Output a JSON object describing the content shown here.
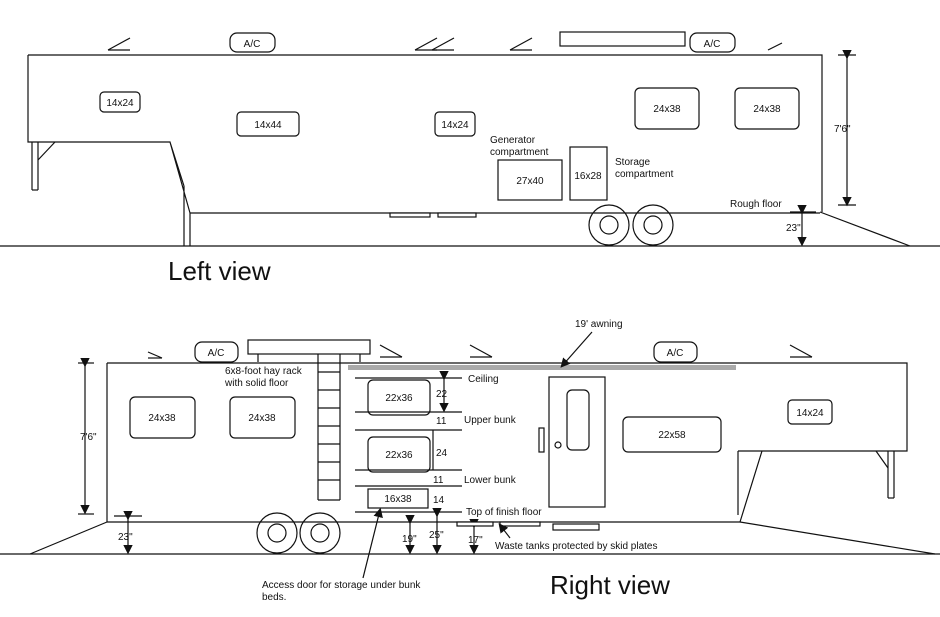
{
  "left_view": {
    "title": "Left view",
    "ac_left": "A/C",
    "ac_right": "A/C",
    "win_front": "14x24",
    "win_mid": "14x44",
    "win_center": "14x24",
    "win_rear1": "24x38",
    "win_rear2": "24x38",
    "generator_label_1": "Generator",
    "generator_label_2": "compartment",
    "generator_size": "27x40",
    "storage_size": "16x28",
    "storage_label_1": "Storage",
    "storage_label_2": "compartment",
    "height_dim": "7'6\"",
    "rough_floor": "Rough floor",
    "floor_height": "23\""
  },
  "right_view": {
    "title": "Right view",
    "ac_left": "A/C",
    "ac_right": "A/C",
    "awning": "19' awning",
    "hay_rack_1": "6x8-foot hay rack",
    "hay_rack_2": "with solid floor",
    "win_rear1": "24x38",
    "win_rear2": "24x38",
    "win_upper": "22x36",
    "win_lower": "22x36",
    "access_door_size": "16x38",
    "win_large": "22x58",
    "win_front": "14x24",
    "ceiling": "Ceiling",
    "upper_bunk": "Upper bunk",
    "lower_bunk": "Lower bunk",
    "top_finish_floor": "Top of finish floor",
    "dim_22": "22",
    "dim_11a": "11",
    "dim_24": "24",
    "dim_11b": "11",
    "dim_14": "14",
    "dim_19": "19\"",
    "dim_25": "25\"",
    "dim_17": "17\"",
    "height_dim": "7'6\"",
    "floor_height": "23\"",
    "waste_tanks": "Waste tanks protected by skid plates",
    "access_door_1": "Access door for storage under bunk",
    "access_door_2": "beds."
  }
}
